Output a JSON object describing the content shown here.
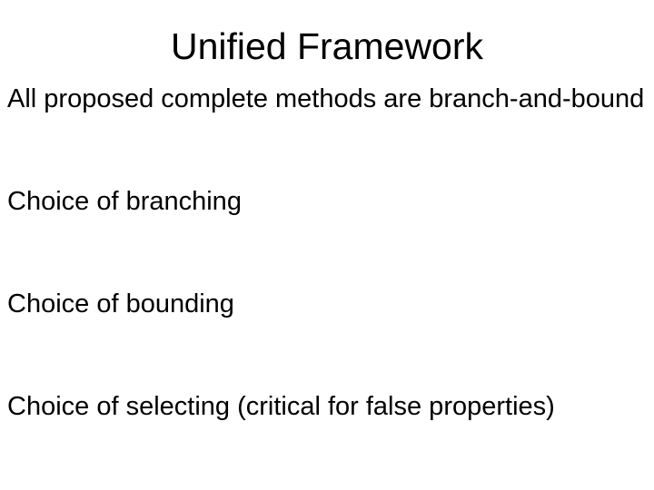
{
  "slide": {
    "title": "Unified Framework",
    "background_color": "#ffffff",
    "text_color": "#000000",
    "lines": [
      {
        "text": "All proposed complete methods are branch-and-bound"
      },
      {
        "text": "Choice of branching"
      },
      {
        "text": "Choice of bounding"
      },
      {
        "text": "Choice of selecting (critical for false properties)"
      }
    ]
  }
}
